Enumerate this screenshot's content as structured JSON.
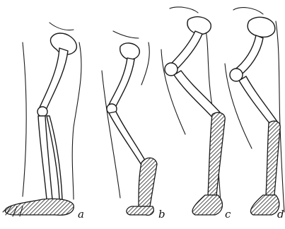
{
  "figure": {
    "panels": [
      {
        "key": "a",
        "label": "a"
      },
      {
        "key": "b",
        "label": "b"
      },
      {
        "key": "c",
        "label": "c"
      },
      {
        "key": "d",
        "label": "d"
      }
    ]
  }
}
